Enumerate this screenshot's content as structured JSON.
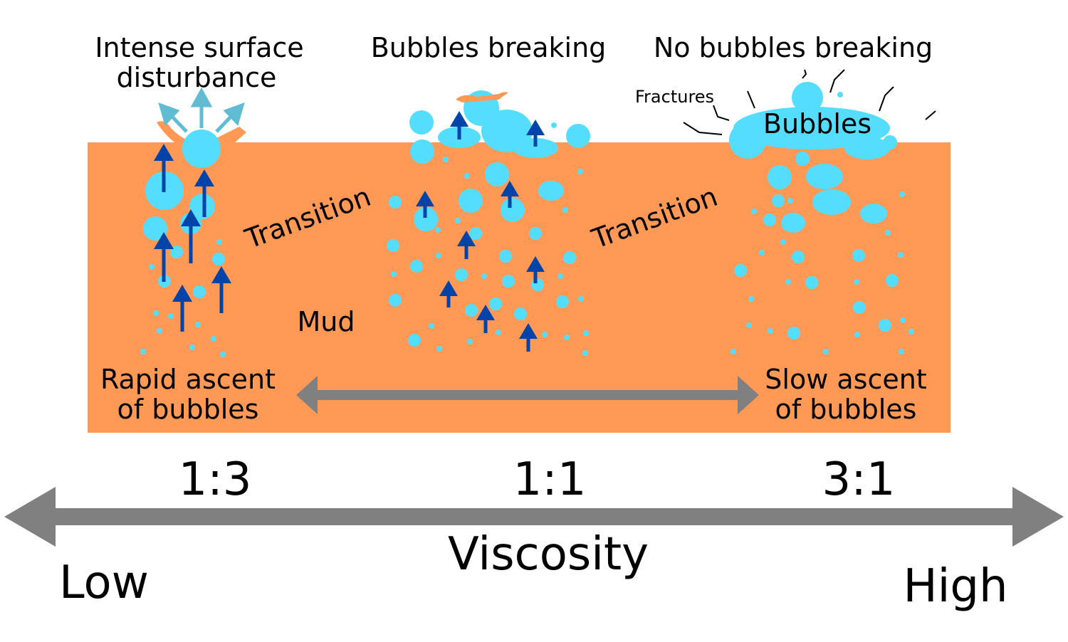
{
  "labels": {
    "left_top": [
      "Intense surface",
      "disturbance"
    ],
    "middle_top": "Bubbles breaking",
    "right_top": "No bubbles breaking",
    "fractures": "Fractures",
    "bubbles": "Bubbles",
    "transition_left": "Transition",
    "transition_right": "Transition",
    "mud": "Mud",
    "rapid": [
      "Rapid ascent",
      "of bubbles"
    ],
    "slow": [
      "Slow ascent",
      "of bubbles"
    ]
  },
  "axis": {
    "ratios": [
      "1:3",
      "1:1",
      "3:1"
    ],
    "title": "Viscosity",
    "low": "Low",
    "high": "High"
  },
  "colors": {
    "mud": "#FF9955",
    "bubble": "#55DDFF",
    "arrow": "#0044AA",
    "spray": "#5FBCD3",
    "gray": "#808080"
  }
}
